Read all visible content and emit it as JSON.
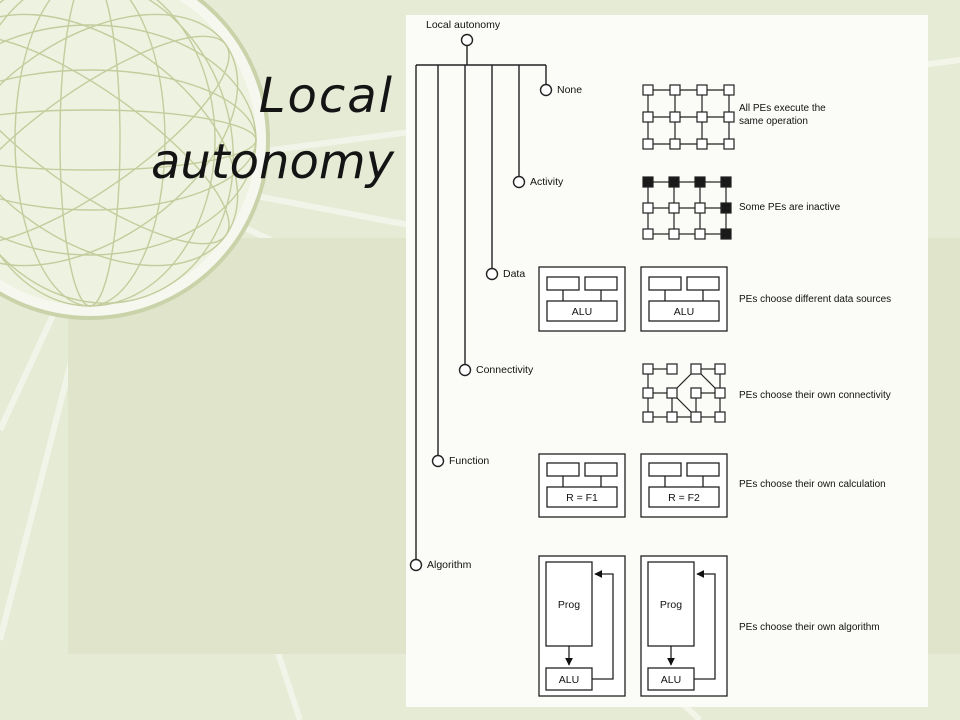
{
  "slide": {
    "title_line1": "Local",
    "title_line2": "autonomy"
  },
  "diagram": {
    "root_label": "Local autonomy",
    "levels": [
      {
        "name": "None",
        "description": [
          "All PEs execute the",
          "same operation"
        ]
      },
      {
        "name": "Activity",
        "description": [
          "Some PEs are inactive"
        ]
      },
      {
        "name": "Data",
        "description": [
          "PEs choose different data sources"
        ],
        "box_labels": [
          "ALU",
          "ALU"
        ]
      },
      {
        "name": "Connectivity",
        "description": [
          "PEs choose their own connectivity"
        ]
      },
      {
        "name": "Function",
        "description": [
          "PEs choose their own calculation"
        ],
        "box_labels": [
          "R = F1",
          "R = F2"
        ]
      },
      {
        "name": "Algorithm",
        "description": [
          "PEs choose their own algorithm"
        ],
        "prog_label": "Prog",
        "alu_label": "ALU"
      }
    ]
  },
  "colors": {
    "background": "#e6ebd6",
    "panel": "#fbfbf8",
    "globe_line": "#c7d0a6"
  }
}
